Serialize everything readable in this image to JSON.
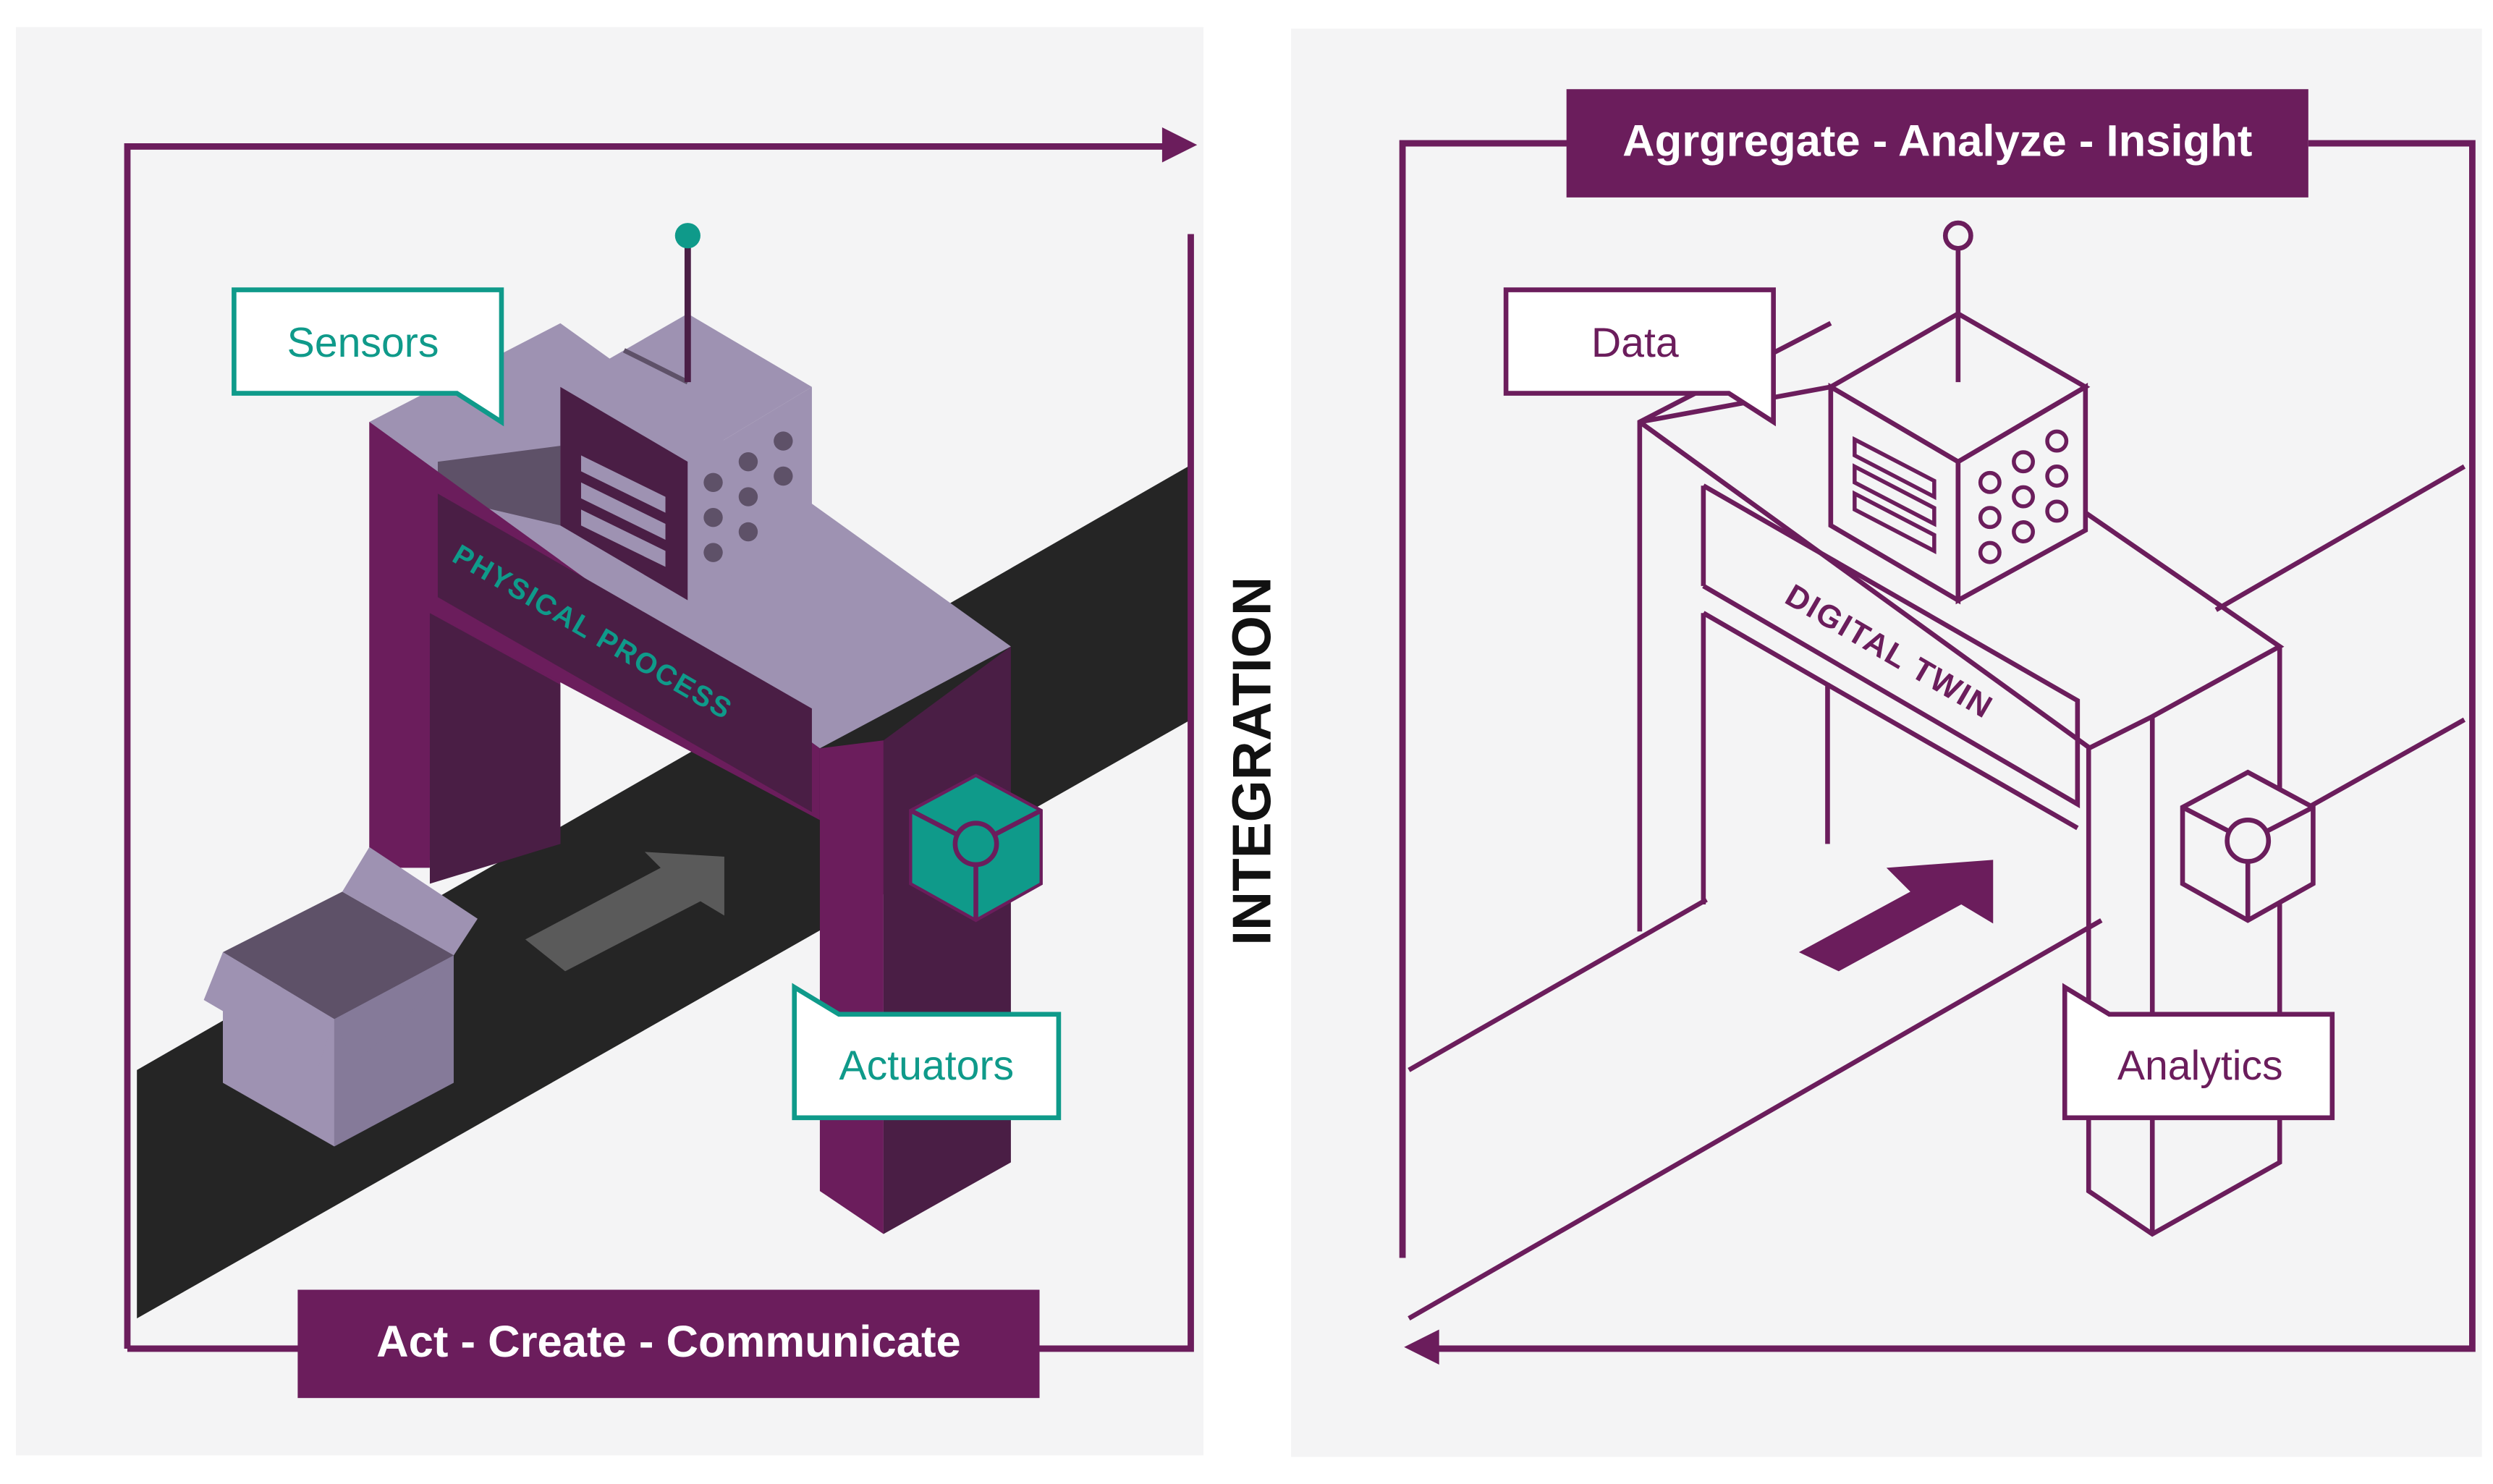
{
  "colors": {
    "purple": "#6b1d5c",
    "purple_dark": "#4a1e45",
    "lavender": "#9e92b2",
    "lavender_dark": "#5e5168",
    "teal": "#0f9a8a",
    "belt": "#252525",
    "panel": "#f4f4f5",
    "arrow_gray": "#5a5a5a",
    "white": "#ffffff"
  },
  "physical_panel": {
    "banner": "Act - Create - Communicate",
    "gate_sign": "PHYSICAL PROCESS",
    "sensors_label": "Sensors",
    "actuators_label": "Actuators"
  },
  "center": {
    "integration_label": "INTEGRATION"
  },
  "digital_panel": {
    "banner": "Agrgregate - Analyze - Insight",
    "gate_sign": "DIGITAL TWIN",
    "data_label": "Data",
    "analytics_label": "Analytics"
  }
}
